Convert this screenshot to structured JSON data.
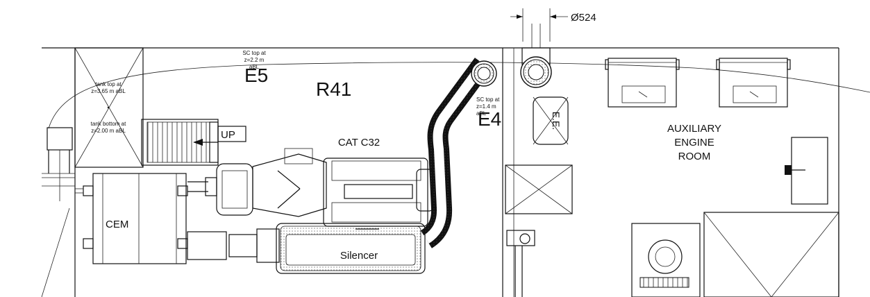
{
  "labels": {
    "diameter": "Ø524",
    "sc_top": [
      "SC top at",
      "z=2.2 m",
      "aBL"
    ],
    "e5": "E5",
    "r41": "R41",
    "tank_top": [
      "tank top at",
      "z=3.65 m aBL"
    ],
    "tank_bottom": [
      "tank bottom at",
      "z=2.00 m aBL"
    ],
    "sc_top_e4": [
      "SC top at",
      "z=1.4 m",
      "aBL"
    ],
    "e4": "E4",
    "up": "UP",
    "cat": "CAT C32",
    "ee": "E.E.",
    "aux": [
      "AUXILIARY",
      "ENGINE",
      "ROOM"
    ],
    "cem": "CEM",
    "silencer": "Silencer"
  }
}
